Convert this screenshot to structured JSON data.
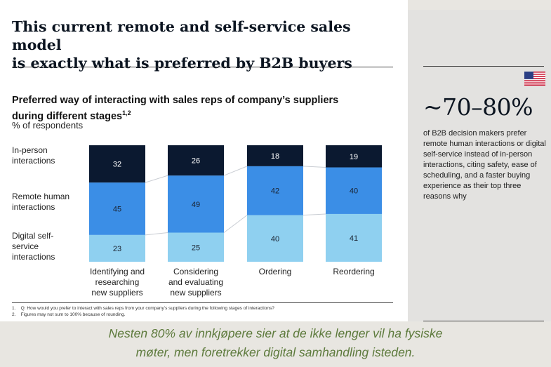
{
  "headline": {
    "line1": "This current remote and self-service sales model",
    "line2": "is exactly what is preferred by B2B buyers"
  },
  "chart_data": {
    "type": "bar",
    "stacked": true,
    "title": "Preferred way of interacting with sales reps of company’s suppliers during different stages",
    "title_line1": "Preferred way of interacting with sales reps of company’s suppliers",
    "title_line2": "during different stages",
    "title_superscript": "1,2",
    "subtitle": "% of respondents",
    "categories": [
      [
        "Identifying and",
        "researching",
        "new suppliers"
      ],
      [
        "Considering",
        "and evaluating",
        "new suppliers"
      ],
      [
        "Ordering"
      ],
      [
        "Reordering"
      ]
    ],
    "series": [
      {
        "name": "Digital self-service interactions",
        "label_lines": [
          "Digital self-",
          "service",
          "interactions"
        ],
        "color": "#8fd0f0",
        "values": [
          23,
          25,
          40,
          41
        ]
      },
      {
        "name": "Remote human interactions",
        "label_lines": [
          "Remote human",
          "interactions"
        ],
        "color": "#3b8ee6",
        "values": [
          45,
          49,
          42,
          40
        ]
      },
      {
        "name": "In-person interactions",
        "label_lines": [
          "In-person",
          "interactions"
        ],
        "color": "#0b1930",
        "values": [
          32,
          26,
          18,
          19
        ]
      }
    ],
    "grid": false,
    "legend": "left"
  },
  "footnotes": [
    {
      "number": "1.",
      "text": "Q: How would you prefer to interact with sales reps from your company’s suppliers during the following stages of interactions?"
    },
    {
      "number": "2.",
      "text": "Figures may not sum to 100% because of rounding."
    }
  ],
  "sidebar": {
    "flag_icon": "us-flag-icon",
    "big_range": "~70–80%",
    "text": "of B2B decision makers prefer remote human interactions or digital self-service instead of in-person interactions, citing safety, ease of scheduling, and a faster buying experience as their top three reasons why"
  },
  "caption": {
    "line1": "Nesten 80% av innkjøpere sier at de ikke lenger vil ha fysiske",
    "line2": "møter, men foretrekker digital samhandling isteden."
  },
  "colors": {
    "caption": "#5d7a3c",
    "sidebar_bg": "#e3e2e0",
    "page_bg": "#e8e6e1"
  }
}
